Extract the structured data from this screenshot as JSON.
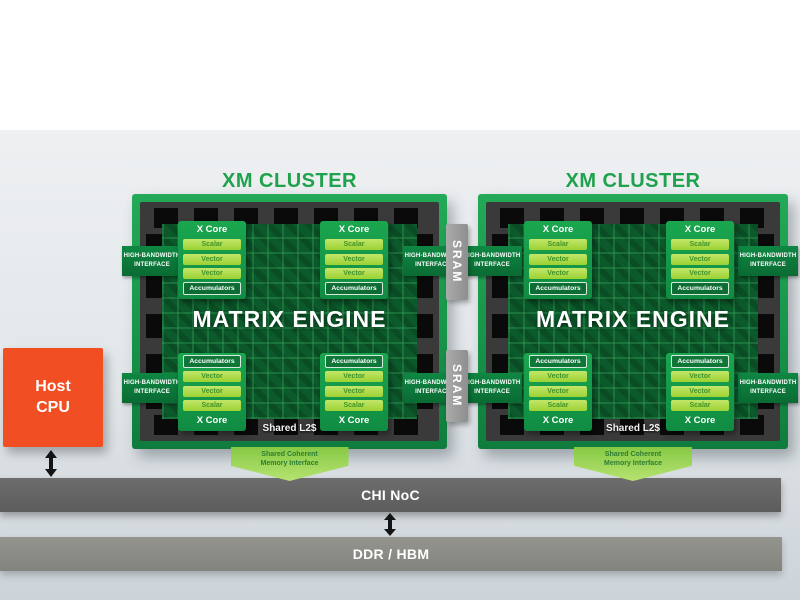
{
  "colors": {
    "cluster_green": "#189c4c",
    "interior_green": "#0c5a2b",
    "unit_green": "#a6d839",
    "title_green": "#1fa24e",
    "host_orange": "#f14e23",
    "noc_gray": "#646464",
    "ddr_gray": "#8f8f8a",
    "sram_gray": "#9c9c9c",
    "chevron_green": "#a4d95c",
    "stage_gray": "#dfe3e6"
  },
  "clusters": [
    {
      "title": "XM CLUSTER",
      "engine": "MATRIX ENGINE",
      "shared_l2": "Shared L2$",
      "memory_interface_line1": "Shared Coherent",
      "memory_interface_line2": "Memory Interface",
      "cores": [
        {
          "title": "X Core",
          "units": [
            "Scalar",
            "Vector",
            "Vector"
          ],
          "accumulators": "Accumulators"
        },
        {
          "title": "X Core",
          "units": [
            "Scalar",
            "Vector",
            "Vector"
          ],
          "accumulators": "Accumulators"
        },
        {
          "title": "X Core",
          "units": [
            "Vector",
            "Vector",
            "Scalar"
          ],
          "accumulators": "Accumulators"
        },
        {
          "title": "X Core",
          "units": [
            "Vector",
            "Vector",
            "Scalar"
          ],
          "accumulators": "Accumulators"
        }
      ]
    },
    {
      "title": "XM CLUSTER",
      "engine": "MATRIX ENGINE",
      "shared_l2": "Shared L2$",
      "memory_interface_line1": "Shared Coherent",
      "memory_interface_line2": "Memory Interface",
      "cores": [
        {
          "title": "X Core",
          "units": [
            "Scalar",
            "Vector",
            "Vector"
          ],
          "accumulators": "Accumulators"
        },
        {
          "title": "X Core",
          "units": [
            "Scalar",
            "Vector",
            "Vector"
          ],
          "accumulators": "Accumulators"
        },
        {
          "title": "X Core",
          "units": [
            "Vector",
            "Vector",
            "Scalar"
          ],
          "accumulators": "Accumulators"
        },
        {
          "title": "X Core",
          "units": [
            "Vector",
            "Vector",
            "Scalar"
          ],
          "accumulators": "Accumulators"
        }
      ]
    }
  ],
  "interconnect": {
    "hbi_line1": "HIGH-BANDWIDTH",
    "hbi_line2": "INTERFACE",
    "sram": "SRAM"
  },
  "host_cpu": {
    "line1": "Host",
    "line2": "CPU"
  },
  "buses": {
    "noc": "CHI NoC",
    "memory": "DDR / HBM"
  }
}
